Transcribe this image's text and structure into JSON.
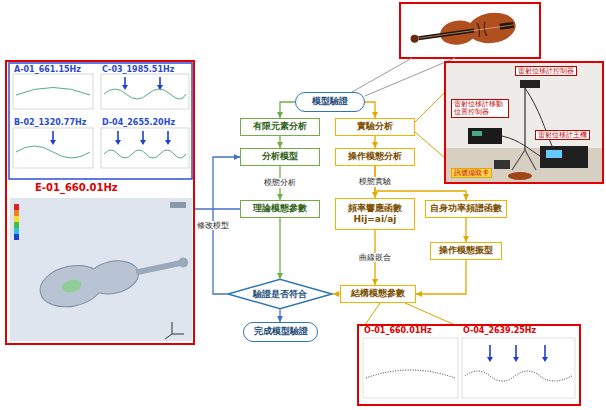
{
  "diagram": {
    "nodes": [
      {
        "text": [
          "模型驗證"
        ]
      },
      {
        "text": [
          "有限元素分析"
        ]
      },
      {
        "text": [
          "實驗分析"
        ]
      },
      {
        "text": [
          "分析模型"
        ]
      },
      {
        "text": [
          "操作模態分析"
        ]
      },
      {
        "text": [
          "理論模態參數"
        ]
      },
      {
        "text": [
          "頻率響應函數",
          "Hij=ai/aj"
        ]
      },
      {
        "text": [
          "自身功率頻譜函數"
        ]
      },
      {
        "text": [
          "操作模態振型"
        ]
      },
      {
        "text": [
          "驗證是否符合"
        ]
      },
      {
        "text": [
          "結構模態參數"
        ]
      },
      {
        "text": [
          "完成模型驗證"
        ]
      },
      {
        "text": [
          "E-01_660.01Hz"
        ]
      },
      {
        "text": [
          "A-01_661.15Hz"
        ],
        "in": 12
      },
      {
        "text": [
          "C-03_1985.51Hz"
        ],
        "in": 12
      },
      {
        "text": [
          "B-02_1320.77Hz"
        ],
        "in": 12
      },
      {
        "text": [
          "D-04_2655.20Hz"
        ],
        "in": 12
      },
      {
        "text": [
          "O-01_660.01Hz"
        ]
      },
      {
        "text": [
          "O-04_2639.25Hz"
        ]
      }
    ],
    "edges": [
      {
        "from": 0,
        "to": 1,
        "arrow": "to"
      },
      {
        "from": 0,
        "to": 2,
        "arrow": "to"
      },
      {
        "from": 1,
        "to": 3,
        "arrow": "to"
      },
      {
        "from": 2,
        "to": 4,
        "arrow": "to"
      },
      {
        "from": 3,
        "to": 5,
        "label": "模態分析",
        "arrow": "to"
      },
      {
        "from": 4,
        "to": 6,
        "label": "模態實驗",
        "arrow": "to"
      },
      {
        "from": 4,
        "to": 7,
        "arrow": "to"
      },
      {
        "from": 7,
        "to": 8,
        "arrow": "to"
      },
      {
        "from": 6,
        "to": 10,
        "label": "曲線嵌合",
        "arrow": "to"
      },
      {
        "from": 8,
        "to": 10,
        "arrow": "to"
      },
      {
        "from": 5,
        "to": 9,
        "arrow": "to"
      },
      {
        "from": 10,
        "to": 9,
        "arrow": "to"
      },
      {
        "from": 9,
        "to": 11,
        "arrow": "to"
      },
      {
        "from": 9,
        "to": 3,
        "label": "修改模型",
        "arrow": "to"
      },
      {
        "from": 5,
        "to": 12,
        "arrow": "none"
      }
    ],
    "labels": [
      "雷射位移計控制器",
      "雷射位移計移動位置控制器",
      "雷射位移計主機",
      "訊號擷取卡"
    ]
  }
}
